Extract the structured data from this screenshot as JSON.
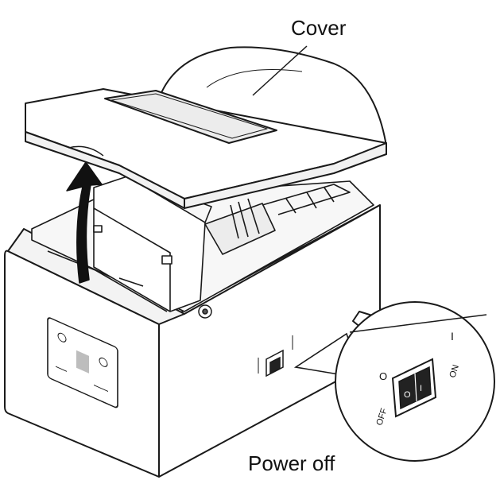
{
  "labels": {
    "cover": "Cover",
    "power_off": "Power off"
  },
  "switch_marks": {
    "on_symbol": "I",
    "off_symbol": "O",
    "on_text": "ON",
    "off_text": "OFF"
  },
  "colors": {
    "line": "#1a1a1a",
    "fill": "#ffffff",
    "shade": "#d9d9d9",
    "dark": "#222222"
  }
}
